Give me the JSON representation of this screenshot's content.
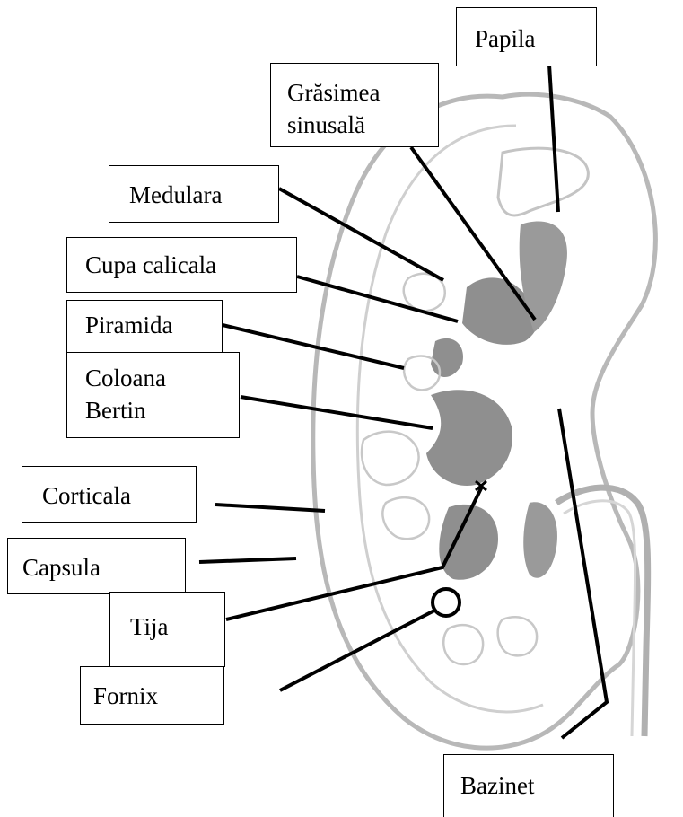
{
  "labels": {
    "papila": "Papila",
    "grasimea_line1": "Grăsimea",
    "grasimea_line2": "sinusală",
    "medulara": "Medulara",
    "cupa_calicala": "Cupa calicala",
    "piramida": "Piramida",
    "coloana_line1": "Coloana",
    "coloana_line2": "Bertin",
    "corticala": "Corticala",
    "capsula": "Capsula",
    "tija": "Tija",
    "fornix": "Fornix",
    "bazinet": "Bazinet"
  },
  "colors": {
    "outline": "#b8b8b8",
    "medulla_fill": "#8f8f8f",
    "leader_line": "#000000",
    "label_border": "#000000"
  }
}
